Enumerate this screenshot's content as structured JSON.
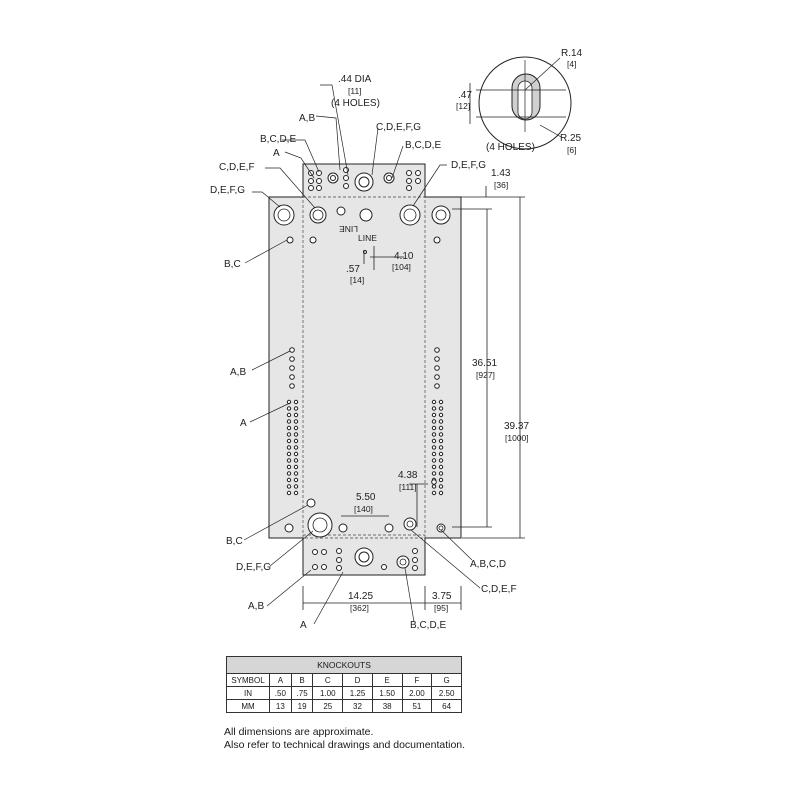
{
  "labels": {
    "dia_holes": ".44 DIA",
    "dia_holes_mm": "[11]",
    "dia_holes_count": "(4 HOLES)",
    "r14": "R.14",
    "r14_mm": "[4]",
    "d47": ".47",
    "d47_mm": "[12]",
    "r25": "R.25",
    "r25_mm": "[6]",
    "keyhole_count": "(4 HOLES)",
    "line_mirrored": "LINE",
    "line": "LINE",
    "d143": "1.43",
    "d143_mm": "[36]",
    "d410": "4.10",
    "d410_mm": "[104]",
    "d57": ".57",
    "d57_mm": "[14]",
    "d3651": "36.51",
    "d3651_mm": "[927]",
    "d3937": "39.37",
    "d3937_mm": "[1000]",
    "d438": "4.38",
    "d438_mm": "[111]",
    "d550": "5.50",
    "d550_mm": "[140]",
    "d1425": "14.25",
    "d1425_mm": "[362]",
    "d375": "3.75",
    "d375_mm": "[95]",
    "ab_top": "A,B",
    "bcde_top": "B,C,D,E",
    "cdefg_top": "C,D,E,F,G",
    "bcde_top2": "B,C,D,E",
    "a_top": "A",
    "cdef_top": "C,D,E,F",
    "defg_top": "D,E,F,G",
    "defg_top_r": "D,E,F,G",
    "bc_left": "B,C",
    "ab_left": "A,B",
    "a_left": "A",
    "bc_low": "B,C",
    "defg_low": "D,E,F,G",
    "ab_bot": "A,B",
    "a_bot": "A",
    "bcde_bot": "B,C,D,E",
    "abcd_r": "A,B,C,D",
    "cdef_r": "C,D,E,F"
  },
  "table": {
    "title": "KNOCKOUTS",
    "header": [
      "SYMBOL",
      "A",
      "B",
      "C",
      "D",
      "E",
      "F",
      "G"
    ],
    "rows": [
      [
        "IN",
        ".50",
        ".75",
        "1.00",
        "1.25",
        "1.50",
        "2.00",
        "2.50"
      ],
      [
        "MM",
        "13",
        "19",
        "25",
        "32",
        "38",
        "51",
        "64"
      ]
    ]
  },
  "notes": {
    "line1": "All dimensions are approximate.",
    "line2": "Also refer to technical drawings and documentation."
  }
}
